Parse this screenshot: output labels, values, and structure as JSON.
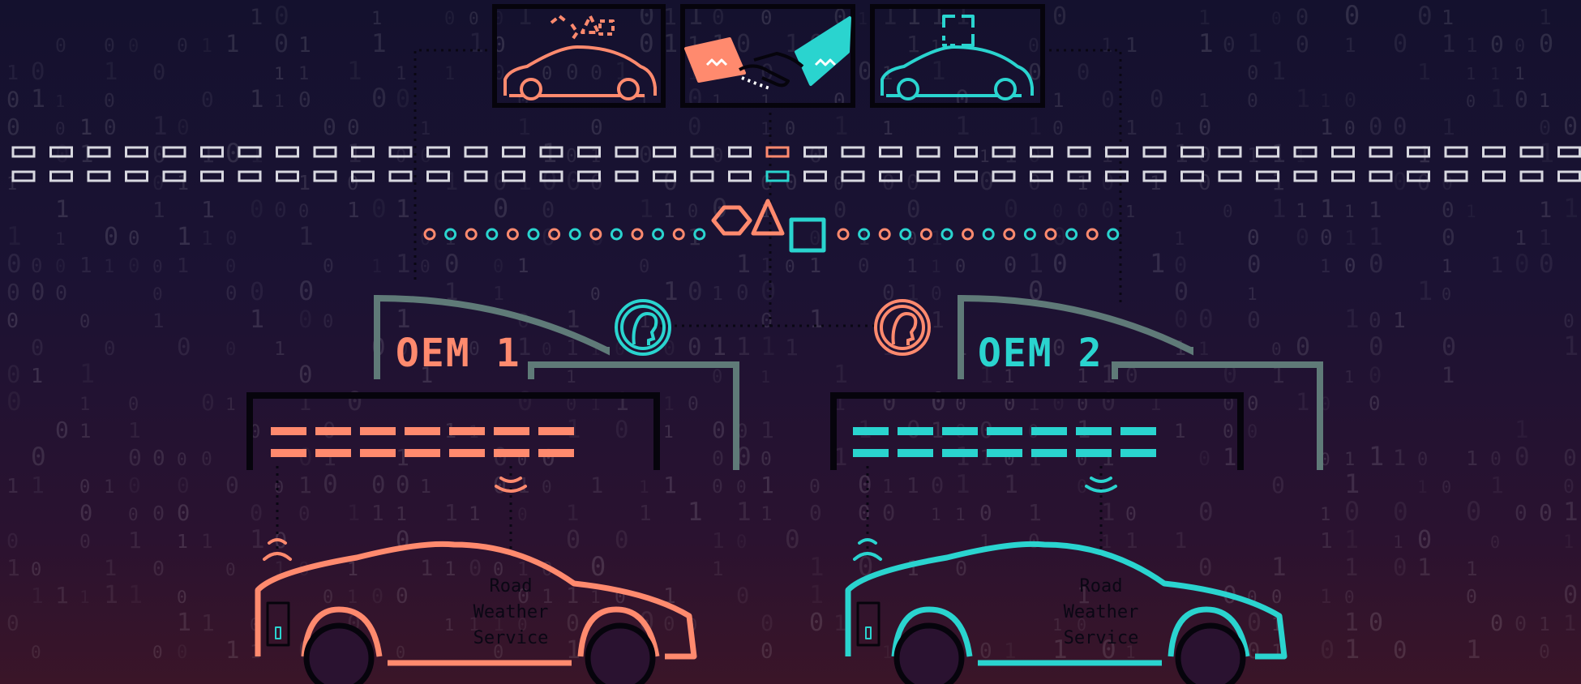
{
  "colors": {
    "coral": "#ff8a6e",
    "teal": "#2ad4cf",
    "gray": "#5f7a78",
    "light": "#d8d8e0",
    "black": "#06040c"
  },
  "oems": [
    {
      "label": "OEM 1",
      "color": "coral",
      "service_lines": "Road\nWeather\nService"
    },
    {
      "label": "OEM 2",
      "color": "teal",
      "service_lines": "Road\nWeather\nService"
    }
  ],
  "top_icons": [
    "car-with-shapes-icon",
    "handshake-icon",
    "car-with-bracket-icon"
  ],
  "center_shapes": [
    "hexagon-icon",
    "triangle-icon",
    "square-icon"
  ],
  "background_digits": [
    "0",
    "1"
  ]
}
